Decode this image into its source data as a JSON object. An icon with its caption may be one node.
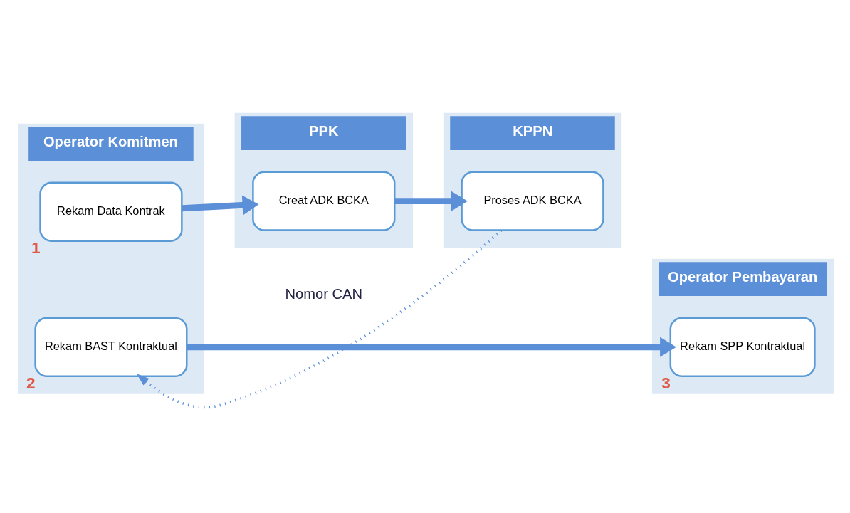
{
  "diagram": {
    "nodes": [
      {
        "text": [
          "Operator Komitmen"
        ]
      },
      {
        "text": [
          "PPK"
        ]
      },
      {
        "text": [
          "KPPN"
        ]
      },
      {
        "text": [
          "Operator Pembayaran"
        ]
      },
      {
        "text": [
          "Rekam Data Kontrak"
        ],
        "in": 0,
        "beside": [
          "1"
        ]
      },
      {
        "text": [
          "Creat ADK BCKA"
        ],
        "in": 1
      },
      {
        "text": [
          "Proses ADK BCKA"
        ],
        "in": 2
      },
      {
        "text": [
          "Rekam BAST Kontraktual"
        ],
        "in": 0,
        "beside": [
          "2"
        ]
      },
      {
        "text": [
          "Rekam SPP Kontraktual"
        ],
        "in": 3,
        "beside": [
          "3"
        ]
      }
    ],
    "edges": [
      {
        "from": 4,
        "to": 5,
        "arrow": "to"
      },
      {
        "from": 5,
        "to": 6,
        "arrow": "to"
      },
      {
        "from": 6,
        "to": 7,
        "arrow": "to",
        "style": "dashed",
        "label": "Nomor CAN"
      },
      {
        "from": 7,
        "to": 8,
        "arrow": "to"
      }
    ]
  }
}
